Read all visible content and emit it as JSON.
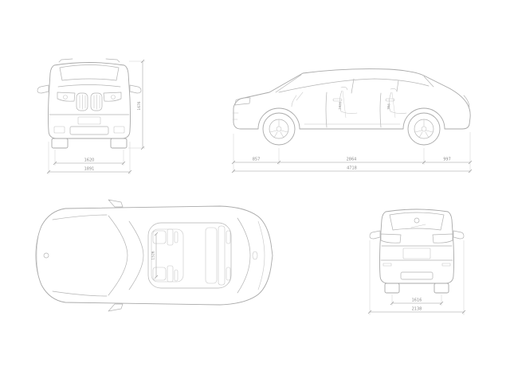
{
  "diagram": {
    "type": "technical-drawing",
    "subject": "suv-four-view-dimension-diagram",
    "background": "#ffffff",
    "colors": {
      "outline": "#a9a9a9",
      "detail_lines": "#b4b4b4",
      "dimension_lines": "#9e9e9e",
      "labels": "#8c8c8c"
    },
    "views": {
      "front": {
        "height": "1676",
        "track_width": "1620",
        "overall_width": "1891"
      },
      "side": {
        "front_overhang": "857",
        "wheelbase": "2864",
        "rear_overhang": "997",
        "overall_length": "4718",
        "interior_dim_front": "1026",
        "interior_dim_rear": "996"
      },
      "top": {
        "interior_width": "1526"
      },
      "rear": {
        "track_width": "1616",
        "width_incl_mirrors": "2138"
      }
    }
  }
}
